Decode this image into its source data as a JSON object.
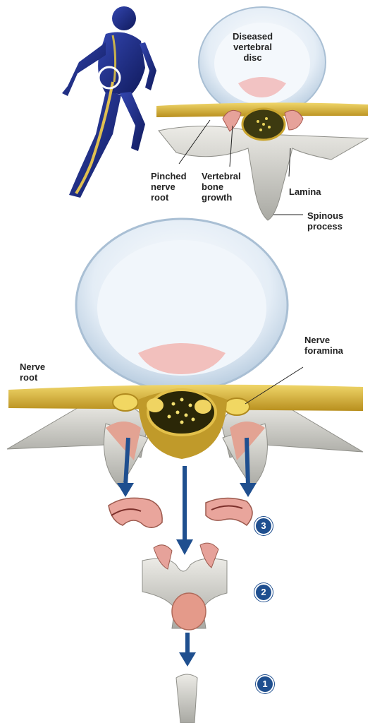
{
  "labels": {
    "diseased_disc": "Diseased\nvertebral\ndisc",
    "pinched_nerve_root": "Pinched\nnerve\nroot",
    "bone_growth": "Vertebral\nbone\ngrowth",
    "lamina": "Lamina",
    "spinous_process": "Spinous\nprocess",
    "nerve_root": "Nerve\nroot",
    "nerve_foramina": "Nerve\nforamina"
  },
  "steps": [
    "3",
    "2",
    "1"
  ],
  "colors": {
    "figure": "#1f2f8a",
    "nerve": "#d8b33a",
    "disc": "#dfe9f3",
    "bone": "#d6d6d2",
    "spur": "#e6a29a",
    "arrow": "#1f4f8f"
  }
}
